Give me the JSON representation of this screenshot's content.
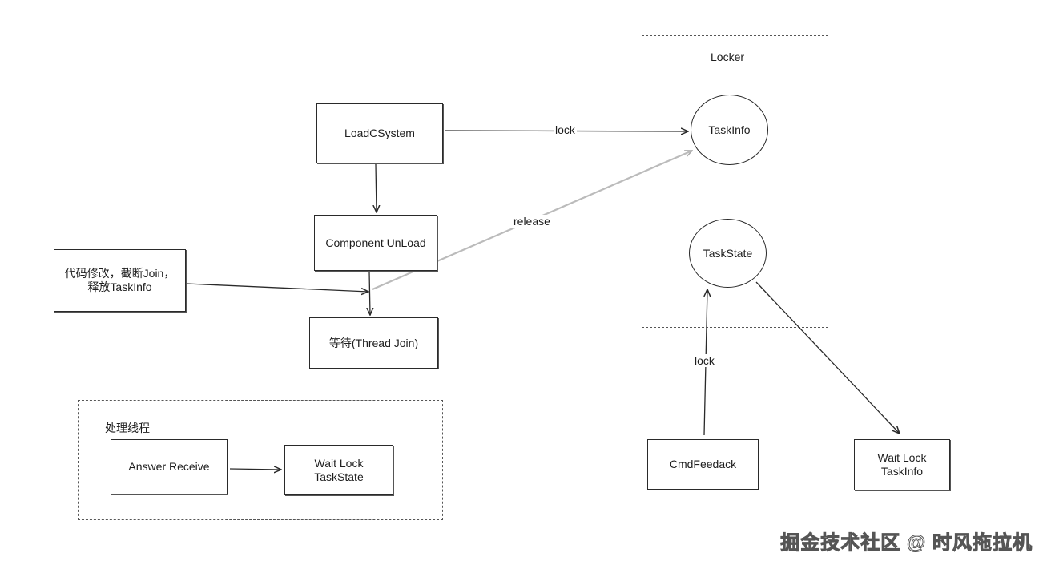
{
  "groups": {
    "locker": {
      "title": "Locker"
    },
    "processing_thread": {
      "title": "处理线程"
    }
  },
  "nodes": {
    "load_csystem": "LoadCSystem",
    "component_unload": "Component UnLoad",
    "code_modify": "代码修改，截断Join，释放TaskInfo",
    "wait_thread_join": "等待(Thread Join)",
    "answer_receive": "Answer Receive",
    "wait_lock_taskstate": "Wait Lock TaskState",
    "taskinfo": "TaskInfo",
    "taskstate": "TaskState",
    "cmdfeedack": "CmdFeedack",
    "wait_lock_taskinfo": "Wait Lock TaskInfo"
  },
  "edges": {
    "lock_1": "lock",
    "release": "release",
    "lock_2": "lock"
  },
  "watermark": "掘金技术社区 @ 时风拖拉机",
  "colors": {
    "stroke": "#2a2a2a",
    "release_stroke": "#bbbbbb"
  }
}
